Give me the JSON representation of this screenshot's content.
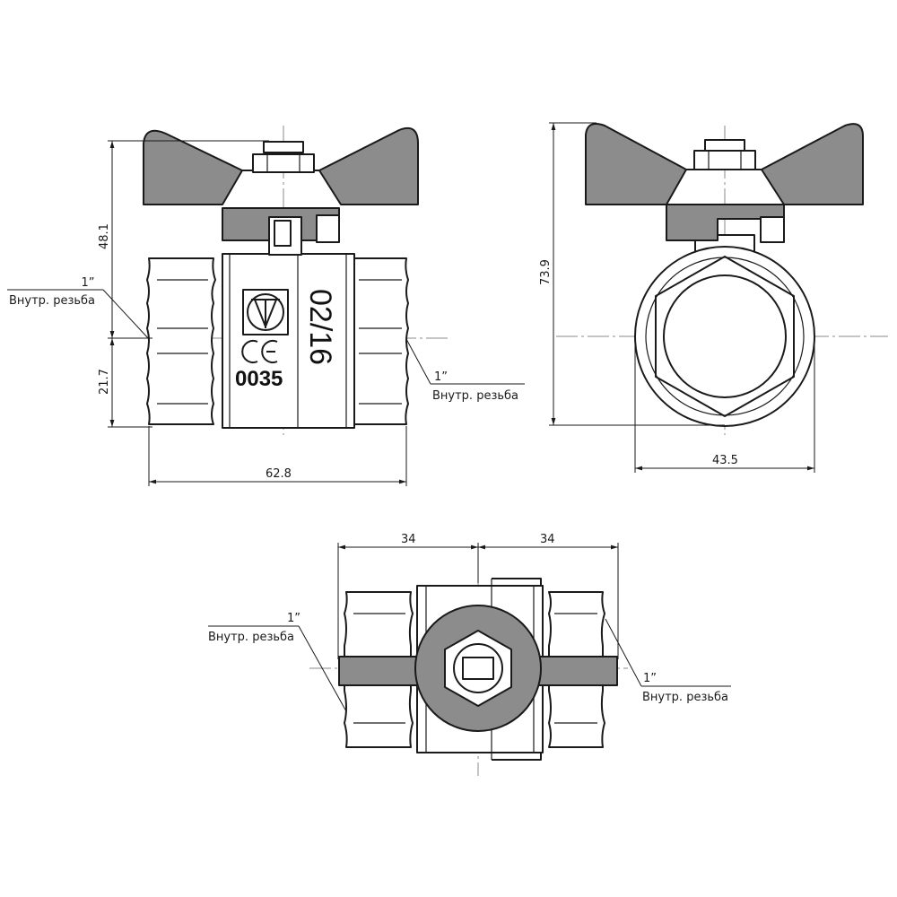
{
  "colors": {
    "line": "#1a1a1a",
    "handle_fill": "#8c8c8c",
    "body_fill": "#ffffff",
    "axis_line": "#888888"
  },
  "front_view": {
    "dim_height_top": "48.1",
    "dim_height_bottom": "21.7",
    "dim_length": "62.8",
    "thread_left": {
      "size": "1”",
      "label": "Внутр. резьба"
    },
    "thread_right": {
      "size": "1”",
      "label": "Внутр. резьба"
    },
    "body_marking": {
      "logo": "valve-logo-icon",
      "ce_mark": "CE",
      "notified_body": "0035",
      "pressure_rating": "02/16"
    }
  },
  "side_view": {
    "dim_height_total": "73.9",
    "dim_width": "43.5"
  },
  "top_view": {
    "dim_left_half": "34",
    "dim_right_half": "34",
    "thread_left": {
      "size": "1”",
      "label": "Внутр. резьба"
    },
    "thread_right": {
      "size": "1”",
      "label": "Внутр. резьба"
    }
  }
}
